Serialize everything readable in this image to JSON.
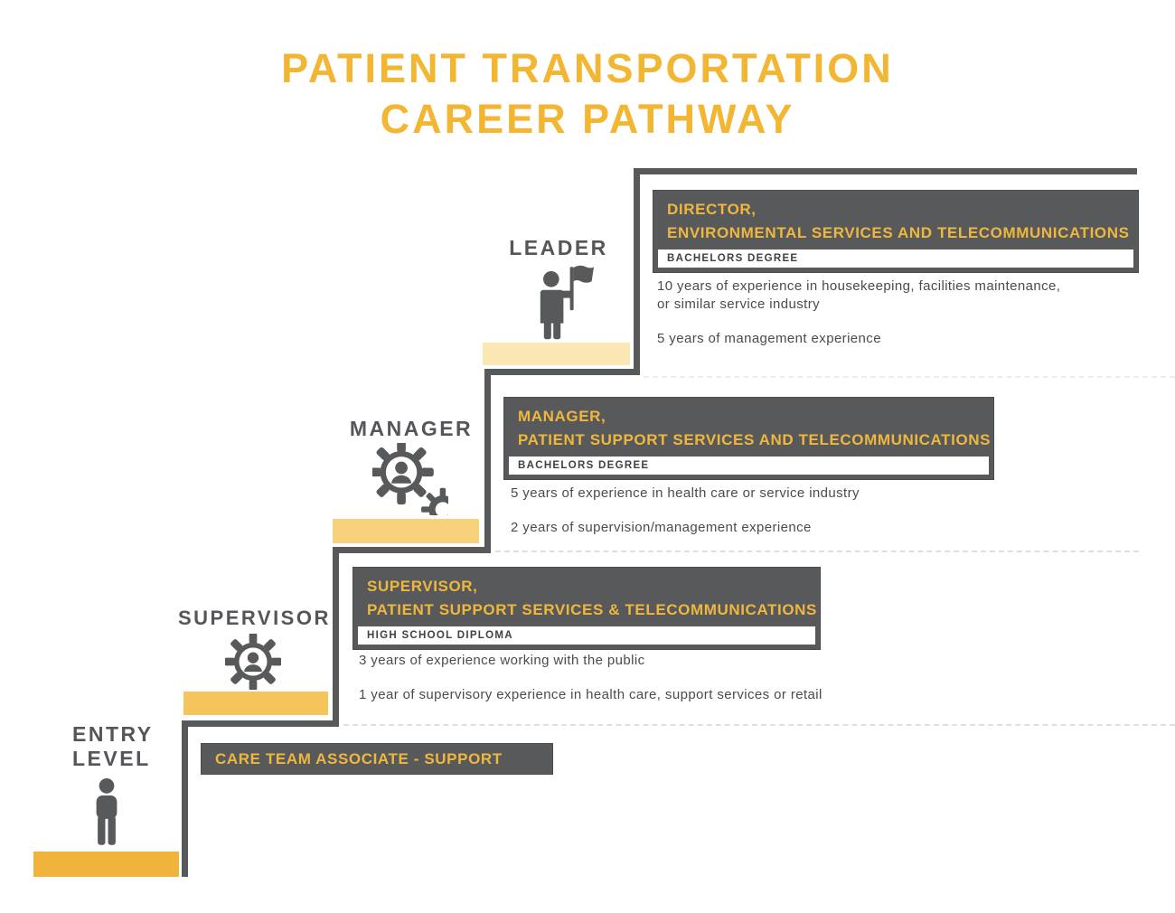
{
  "title": {
    "line1": "PATIENT TRANSPORTATION",
    "line2": "CAREER PATHWAY"
  },
  "colors": {
    "accent_yellow": "#F2B632",
    "banner_text_yellow": "#EFB73E",
    "dark_gray": "#58595B",
    "body_text_gray": "#4B4B4D",
    "platform_entry": "#F0B43C",
    "platform_supervisor": "#F5C55C",
    "platform_manager": "#F7D17C",
    "platform_leader": "#FAE7B4"
  },
  "levels": {
    "entry": {
      "label_line1": "ENTRY",
      "label_line2": "LEVEL",
      "icon": "person-icon",
      "job_title_line1": "CARE TEAM ASSOCIATE - SUPPORT",
      "platform_color": "#F0B43C"
    },
    "supervisor": {
      "label": "SUPERVISOR",
      "icon": "gear-person-icon",
      "job_title_line1": "SUPERVISOR,",
      "job_title_line2": "PATIENT SUPPORT SERVICES & TELECOMMUNICATIONS",
      "degree": "HIGH SCHOOL DIPLOMA",
      "requirements": [
        "3 years of experience working with the public",
        "1 year of supervisory experience in health care, support services or retail"
      ],
      "platform_color": "#F5C55C"
    },
    "manager": {
      "label": "MANAGER",
      "icon": "double-gear-person-icon",
      "job_title_line1": "MANAGER,",
      "job_title_line2": "PATIENT SUPPORT SERVICES AND TELECOMMUNICATIONS",
      "degree": "BACHELORS DEGREE",
      "requirements": [
        "5 years of experience in health care or service industry",
        "2 years of supervision/management experience"
      ],
      "platform_color": "#F7D17C"
    },
    "leader": {
      "label": "LEADER",
      "icon": "flag-person-icon",
      "job_title_line1": "DIRECTOR,",
      "job_title_line2": "ENVIRONMENTAL SERVICES AND TELECOMMUNICATIONS",
      "degree": "BACHELORS DEGREE",
      "requirements": [
        "10 years of experience in housekeeping, facilities maintenance,",
        "or similar service industry",
        "5 years of management experience"
      ],
      "platform_color": "#FAE7B4"
    }
  }
}
